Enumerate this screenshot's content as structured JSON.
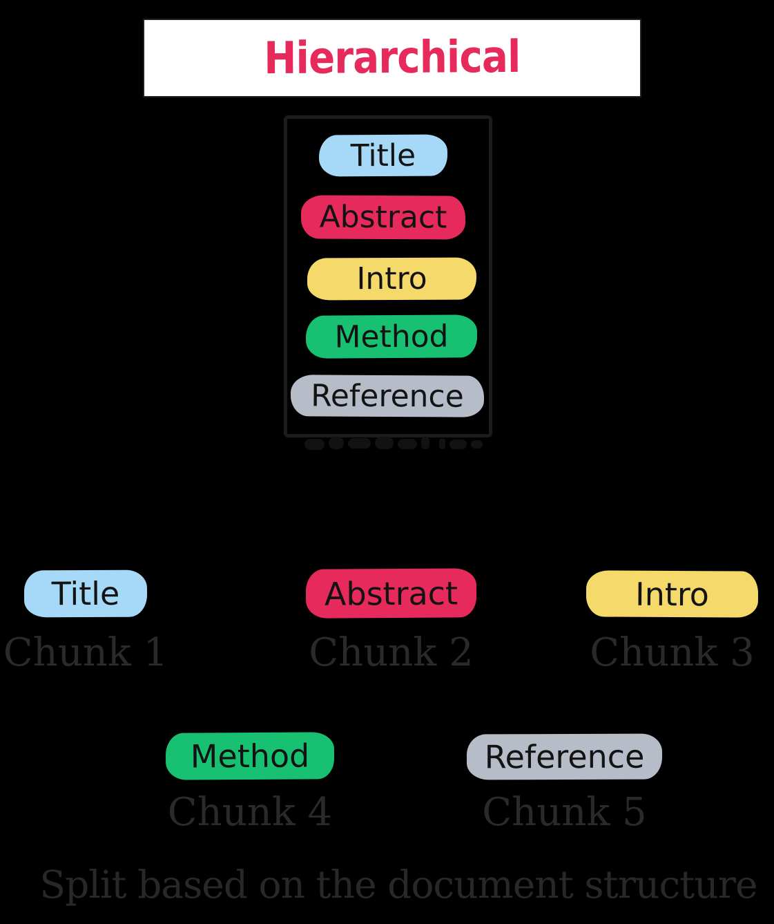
{
  "header": {
    "title": "Hierarchical",
    "title_color": "#e62a5c",
    "bg_color": "#ffffff"
  },
  "document": {
    "sections": [
      {
        "label": "Title",
        "color": "#a6d8f7"
      },
      {
        "label": "Abstract",
        "color": "#e62a5c"
      },
      {
        "label": "Intro",
        "color": "#f5d96b"
      },
      {
        "label": "Method",
        "color": "#18c171"
      },
      {
        "label": "Reference",
        "color": "#b6bdc9"
      }
    ]
  },
  "chunks": [
    {
      "label": "Title",
      "color": "#a6d8f7",
      "caption": "Chunk 1"
    },
    {
      "label": "Abstract",
      "color": "#e62a5c",
      "caption": "Chunk 2"
    },
    {
      "label": "Intro",
      "color": "#f5d96b",
      "caption": "Chunk 3"
    },
    {
      "label": "Method",
      "color": "#18c171",
      "caption": "Chunk 4"
    },
    {
      "label": "Reference",
      "color": "#b6bdc9",
      "caption": "Chunk 5"
    }
  ],
  "footer": {
    "caption": "Split based on the document structure"
  },
  "colors": {
    "background": "#000000",
    "pill_text": "#131313",
    "caption_text": "#2a2a2a"
  }
}
